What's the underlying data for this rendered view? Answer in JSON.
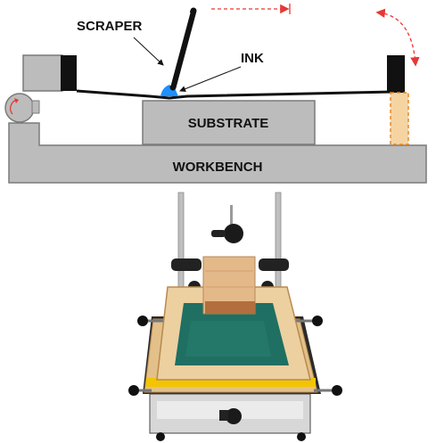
{
  "labels": {
    "scraper": "SCRAPER",
    "ink": "INK",
    "substrate": "SUBSTRATE",
    "workbench": "WORKBENCH"
  },
  "colors": {
    "gray_fill": "#bcbcbc",
    "gray_stroke": "#7a7a7a",
    "black": "#111111",
    "ink_blue": "#1e90ff",
    "arrow_red": "#e53935",
    "hinge_orange": "#f6d4a2",
    "wood": "#d9b07a",
    "wood_light": "#ecd0a0",
    "mesh_green": "#1f6f63",
    "metal": "#c8c8c8"
  },
  "icons": {
    "motion_arrow": "dashed-right-arrow",
    "rotation_arrow": "dashed-curved-arrow",
    "hinge_wheel": "rotation-wheel"
  }
}
